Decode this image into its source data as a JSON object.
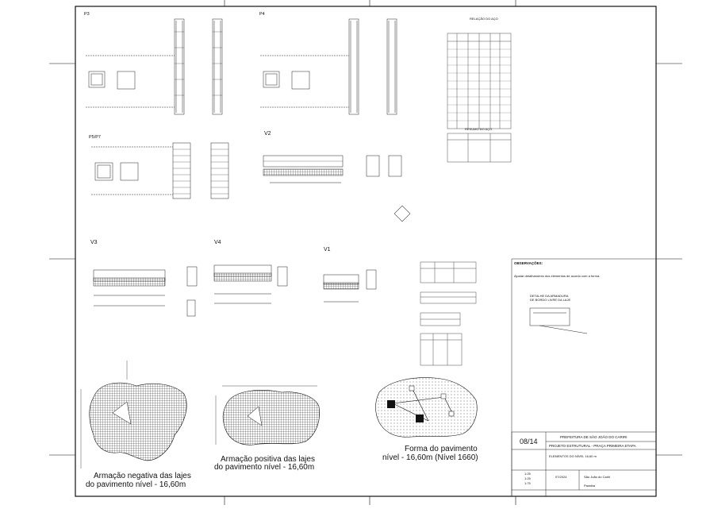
{
  "drawing": {
    "panel_labels": {
      "p3": "P3",
      "p4": "P4",
      "p5p7": "P5/P7",
      "v2": "V2",
      "v3": "V3",
      "v4": "V4",
      "v1": "V1"
    },
    "main_titles": {
      "negative_line1": "Armação negativa das lajes",
      "negative_line2": "do pavimento nível - 16,60m",
      "positive_line1": "Armação positiva das lajes",
      "positive_line2": "do pavimento nível - 16,60m",
      "form_line1": "Forma do pavimento",
      "form_line2": "nível - 16,60m (Nível 1660)"
    },
    "notes": {
      "observacoes_title": "OBSERVAÇÕES:",
      "observacoes_text": "Ajustar detalhamento dos elementos de acordo com a forma.",
      "detalhe_line1": "DETALHE DA ARMADURA",
      "detalhe_line2": "DE BORDO LIVRE DA LAJE",
      "relacao_aco": "RELAÇÃO DO AÇO",
      "resumo_aco": "RESUMO DO AÇO"
    },
    "title_block": {
      "sheet_number": "08/14",
      "client": "PREFEITURA DE SÃO JOÃO DO CARIRI",
      "project": "PROJETO ESTRUTURAL - PRAÇA PRIMEIRA ETAPA",
      "content": "ELEMENTOS DO NÍVEL 16,60 m",
      "scale_1": "1:25",
      "scale_2": "1:25",
      "scale_3": "1:75",
      "date": "07/2024",
      "location": "São João do Cariri",
      "state": "Paraíba"
    }
  }
}
